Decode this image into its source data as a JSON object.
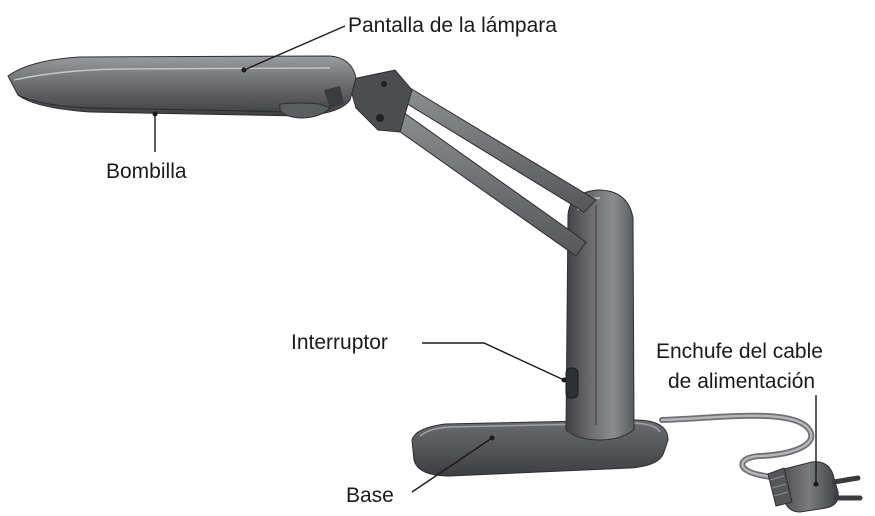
{
  "labels": {
    "shade": "Pantalla de la lámpara",
    "bulb": "Bombilla",
    "switch": "Interruptor",
    "plug_line1": "Enchufe del cable",
    "plug_line2": "de alimentación",
    "base": "Base"
  },
  "colors": {
    "body_dark": "#4a4b4e",
    "body_mid": "#6b6c70",
    "body_light": "#8e9095",
    "highlight": "#b7b9bd",
    "cord": "#8a8b8e",
    "line": "#1a1a1a"
  }
}
